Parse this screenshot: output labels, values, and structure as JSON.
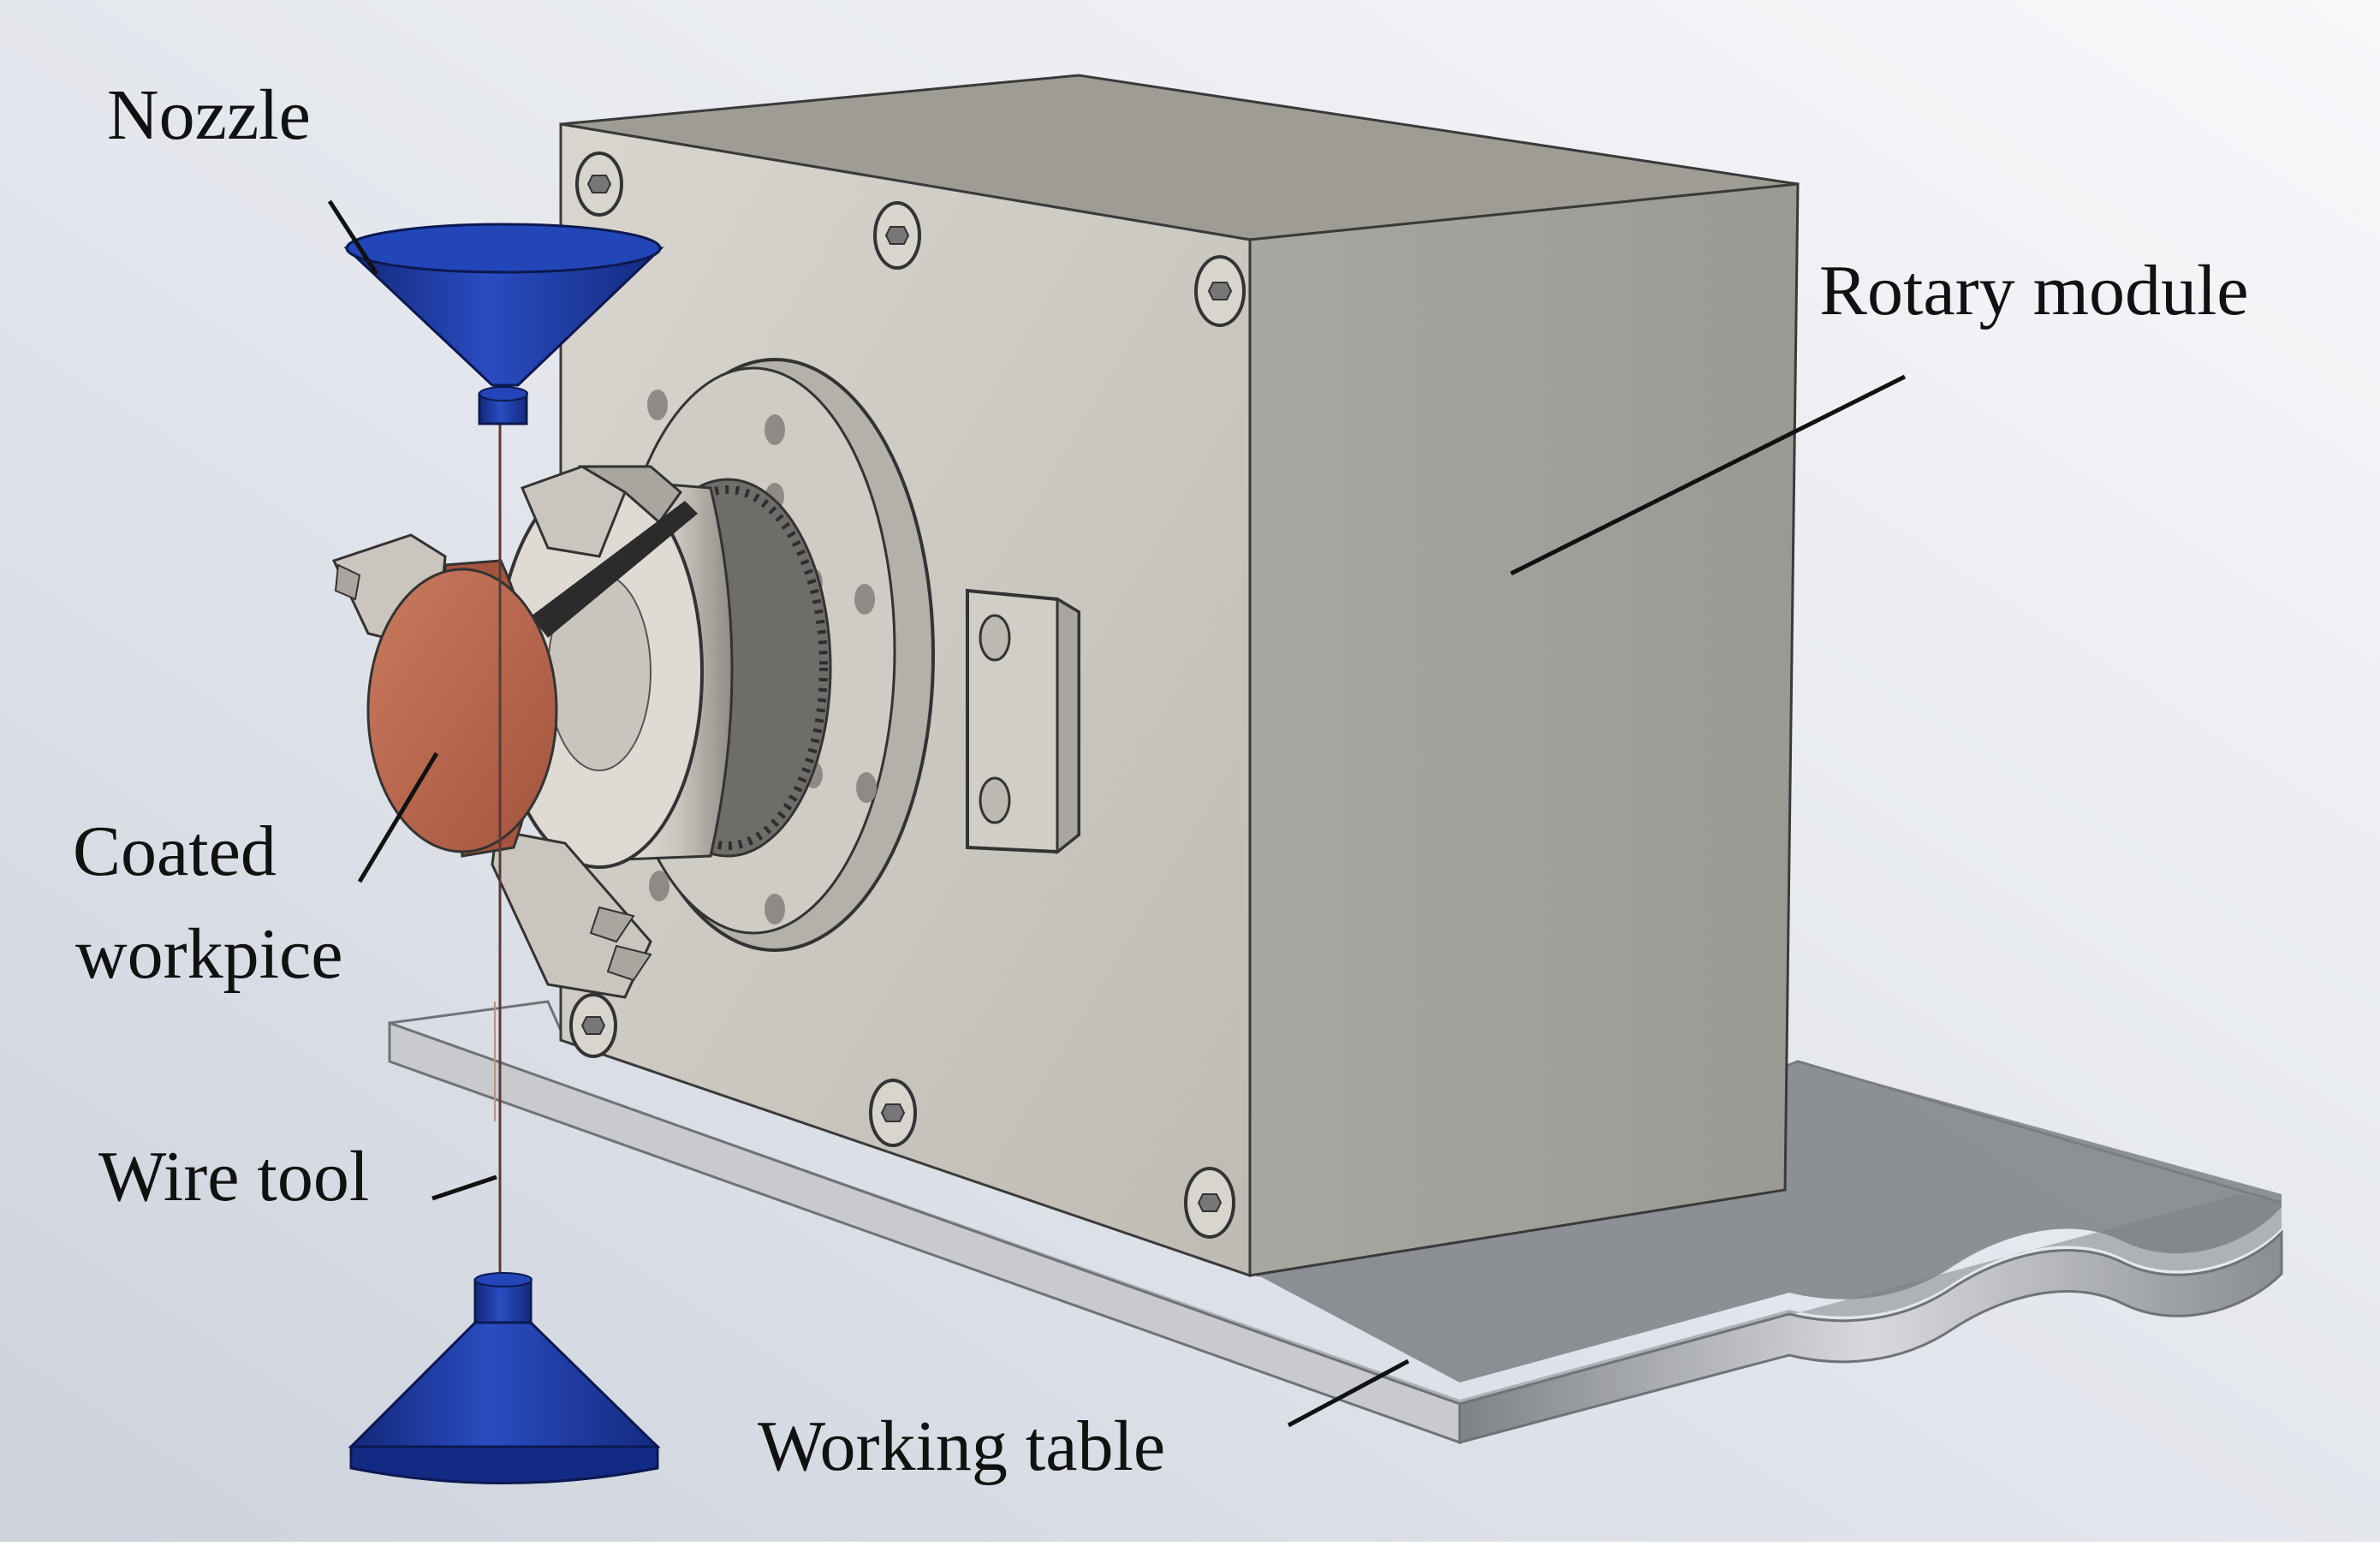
{
  "labels": {
    "nozzle": "Nozzle",
    "rotary_module": "Rotary module",
    "coated_line1": "Coated",
    "coated_line2": "workpice",
    "wire_tool": "Wire tool",
    "working_table": "Working table"
  },
  "colors": {
    "background_gradient": [
      "#cdd2dc",
      "#f7f8fa"
    ],
    "nozzle": "#1f3ea8",
    "nozzle_shadow": "#0f1f66",
    "housing_front": "#cfccc5",
    "housing_side": "#a6a49f",
    "housing_top": "#a29f99",
    "table_top": "#b9bcc1",
    "table_edge": "#8e9196",
    "workpiece": "#b8654c",
    "chuck": "#c8c4bd",
    "leader_line": "#111111"
  },
  "icons": [
    "socket-screw-icon",
    "chuck-jaw-icon"
  ]
}
